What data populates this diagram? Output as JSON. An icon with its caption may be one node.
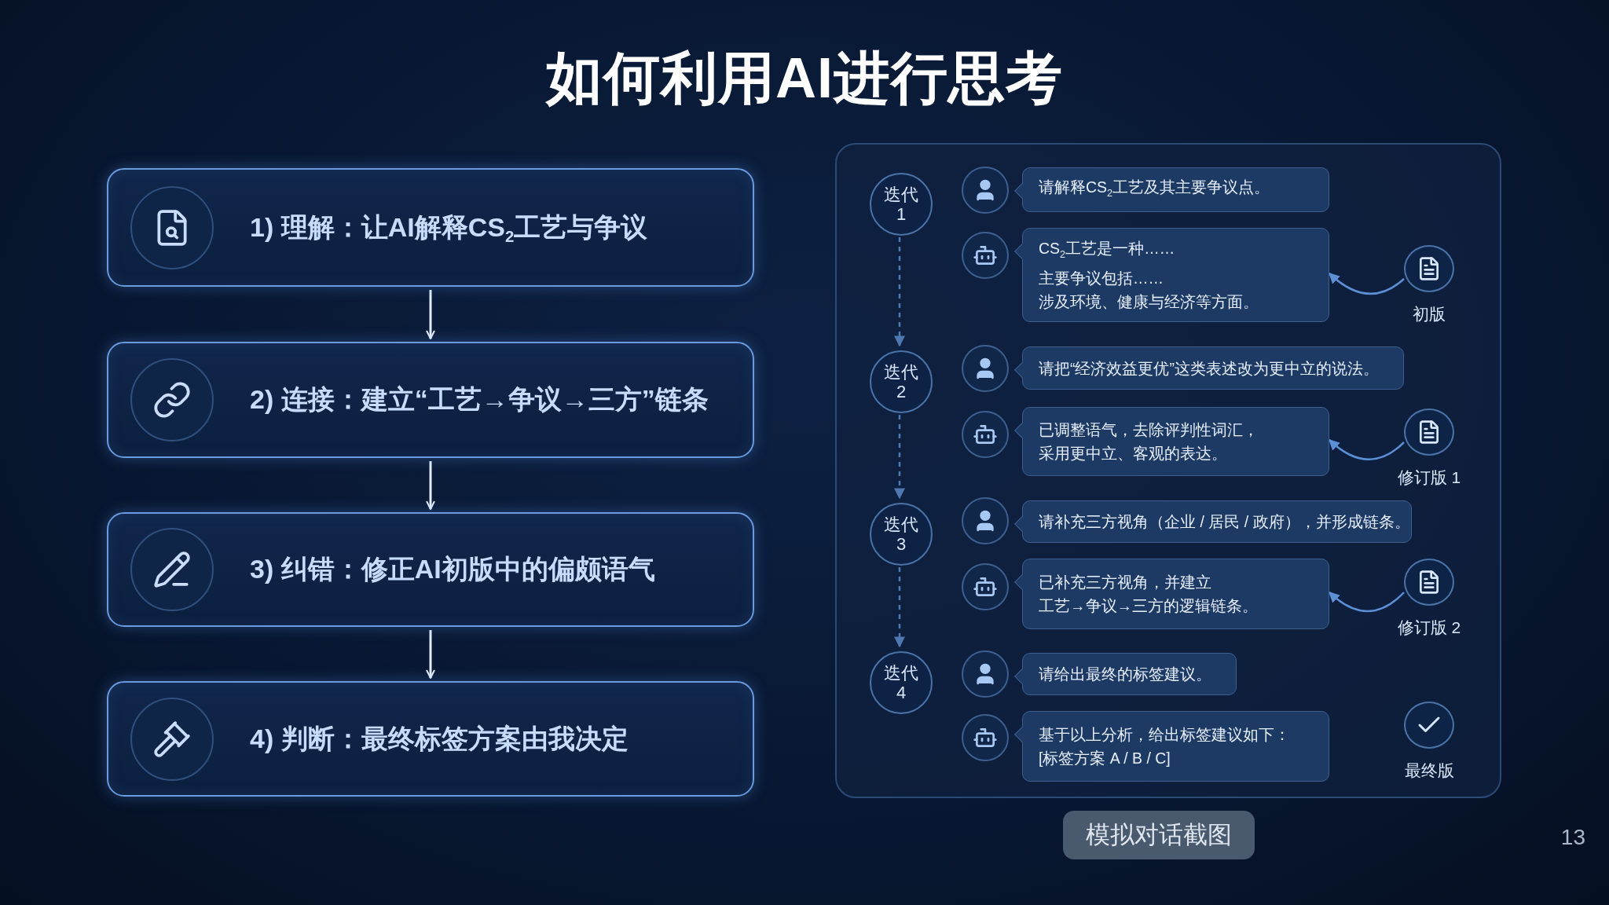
{
  "diagram": {
    "title": "如何利用AI进行思考",
    "caption": "模拟对话截图",
    "nodes": [
      {
        "text": [
          "1) 理解：让AI解释CS$_{2}$工艺与争议"
        ]
      },
      {
        "text": [
          "2) 连接：建立“工艺→争议→三方”链条"
        ]
      },
      {
        "text": [
          "3) 纠错：修正AI初版中的偏颇语气"
        ]
      },
      {
        "text": [
          "4) 判断：最终标签方案由我决定"
        ]
      },
      {
        "text": [],
        "shape": "box"
      },
      {
        "text": [
          "迭代 1"
        ],
        "in": 4
      },
      {
        "text": [
          "请解释CS$_{2}$工艺及其主要争议点。"
        ],
        "in": 4
      },
      {
        "text": [
          "CS$_{2}$工艺是一种……",
          "主要争议包括……",
          "涉及环境、健康与经济等方面。"
        ],
        "in": 4
      },
      {
        "text": [
          "初版"
        ],
        "in": 4
      },
      {
        "text": [
          "迭代 2"
        ],
        "in": 4
      },
      {
        "text": [
          "请把“经济效益更优”这类表述改为更中立的说法。"
        ],
        "in": 4
      },
      {
        "text": [
          "已调整语气，去除评判性词汇，",
          "采用更中立、客观的表达。"
        ],
        "in": 4
      },
      {
        "text": [
          "修订版 1"
        ],
        "in": 4
      },
      {
        "text": [
          "迭代 3"
        ],
        "in": 4
      },
      {
        "text": [
          "请补充三方视角（企业 / 居民 / 政府），并形成链条。"
        ],
        "in": 4
      },
      {
        "text": [
          "已补充三方视角，并建立",
          "工艺→争议→三方的逻辑链条。"
        ],
        "in": 4
      },
      {
        "text": [
          "修订版 2"
        ],
        "in": 4
      },
      {
        "text": [
          "迭代 4"
        ],
        "in": 4
      },
      {
        "text": [
          "请给出最终的标签建议。"
        ],
        "in": 4
      },
      {
        "text": [
          "基于以上分析，给出标签建议如下：",
          "[标签方案 A / B / C]"
        ],
        "in": 4
      },
      {
        "text": [
          "最终版"
        ],
        "in": 4
      }
    ],
    "edges": [
      {
        "from": 0,
        "to": 1,
        "arrow": "to"
      },
      {
        "from": 1,
        "to": 2,
        "arrow": "to"
      },
      {
        "from": 2,
        "to": 3,
        "arrow": "to"
      },
      {
        "from": 5,
        "to": 9,
        "arrow": "to",
        "style": "dashed",
        "color": "#4f78b0"
      },
      {
        "from": 9,
        "to": 13,
        "arrow": "to",
        "style": "dashed",
        "color": "#4f78b0"
      },
      {
        "from": 13,
        "to": 17,
        "arrow": "to",
        "style": "dashed",
        "color": "#4f78b0"
      },
      {
        "from": 8,
        "to": 7,
        "arrow": "to",
        "color": "#5b8fd6"
      },
      {
        "from": 12,
        "to": 11,
        "arrow": "to",
        "color": "#5b8fd6"
      },
      {
        "from": 16,
        "to": 15,
        "arrow": "to",
        "color": "#5b8fd6"
      }
    ],
    "labels": [
      "13"
    ]
  }
}
